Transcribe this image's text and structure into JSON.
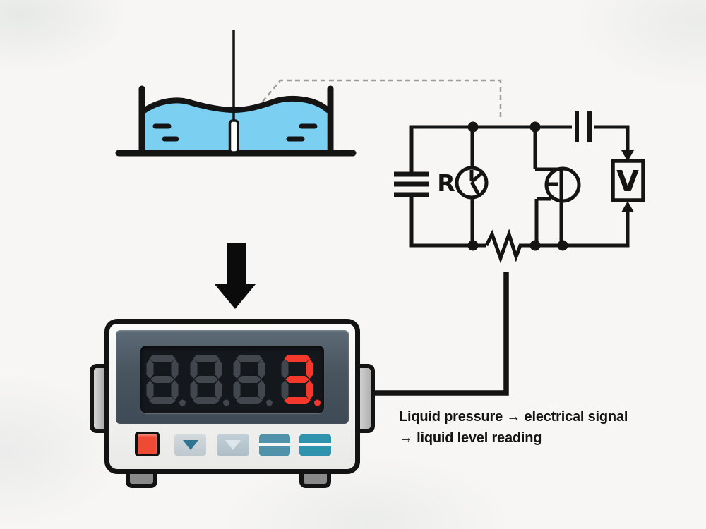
{
  "diagram": {
    "title_hidden": "",
    "components": {
      "tank": "liquid-tank-with-probe",
      "sensor_link": "dashed-pointer-from-liquid-surface-to-circuit",
      "circuit": [
        "capacitor",
        "oscillator-R",
        "transistor",
        "coupling-capacitor",
        "voltmeter-V",
        "resistor"
      ],
      "flow_arrow": "down-arrow",
      "output_device": "digital-panel-meter"
    }
  },
  "labels": {
    "oscillator": "R",
    "voltmeter": "V"
  },
  "annotation": {
    "line1": "Liquid pressure → electrical signal",
    "line2": "→ liquid level reading"
  },
  "display": {
    "reading": "3",
    "digits": [
      {
        "char": "8",
        "lit": false,
        "dp": true,
        "dp_lit": false
      },
      {
        "char": "8",
        "lit": false,
        "dp": true,
        "dp_lit": false
      },
      {
        "char": "8",
        "lit": false,
        "dp": true,
        "dp_lit": false
      },
      {
        "char": "3",
        "lit": true,
        "dp": true,
        "dp_lit": true
      }
    ],
    "lit_color": "#f5382c",
    "unlit_color": "#42464d",
    "bg_color": "#14171c"
  },
  "colors": {
    "liquid": "#7bd0f2",
    "ink": "#141414",
    "dashed_pointer": "#9b9b9b",
    "panel_slate": "#48555f",
    "button_red": "#ef4a34",
    "button_teal": "#2f93ad"
  }
}
